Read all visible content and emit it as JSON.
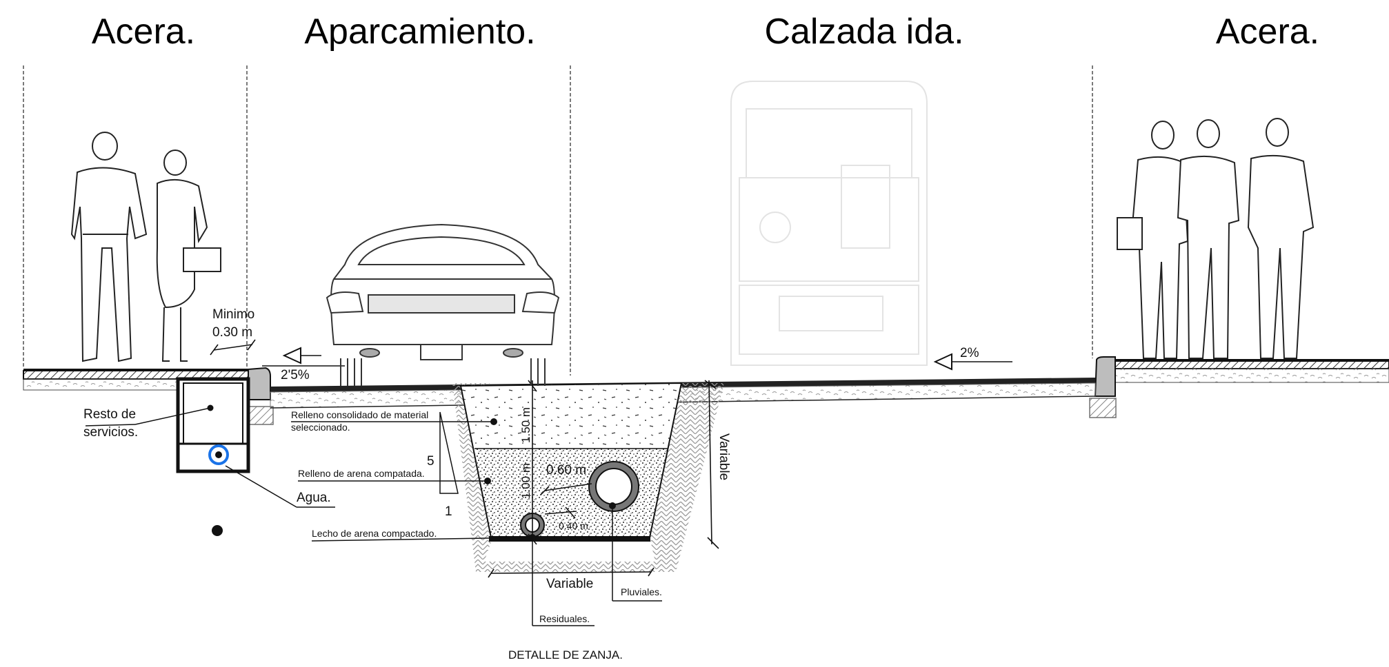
{
  "titles": {
    "sidewalk_left": "Acera.",
    "parking": "Aparcamiento.",
    "carriageway": "Calzada ida.",
    "sidewalk_right": "Acera."
  },
  "labels": {
    "minimo": "Minimo",
    "minimo_value": "0.30 m",
    "slope_parking": "2'5%",
    "slope_road": "2%",
    "resto_1": "Resto de",
    "resto_2": "servicios.",
    "agua": "Agua.",
    "relleno_consolidado_1": "Relleno consolidado de material",
    "relleno_consolidado_2": "seleccionado.",
    "relleno_arena": "Relleno de arena compatada.",
    "lecho_arena": "Lecho de arena compactado.",
    "ratio_top": "5",
    "ratio_bottom": "1",
    "depth_150": "1.50 m",
    "depth_100": "1.00 m",
    "pipe_060": "0.60 m",
    "pipe_040": "0.40 m",
    "variable_h": "Variable",
    "variable_v": "Variable",
    "pluviales": "Pluviales.",
    "residuales": "Residuales.",
    "detail_title": "DETALLE DE ZANJA."
  },
  "colors": {
    "line": "#111111",
    "water_pipe": "#1a73e8",
    "bus_ghost": "#e3e3e3",
    "hatch": "#8a8a8a"
  }
}
